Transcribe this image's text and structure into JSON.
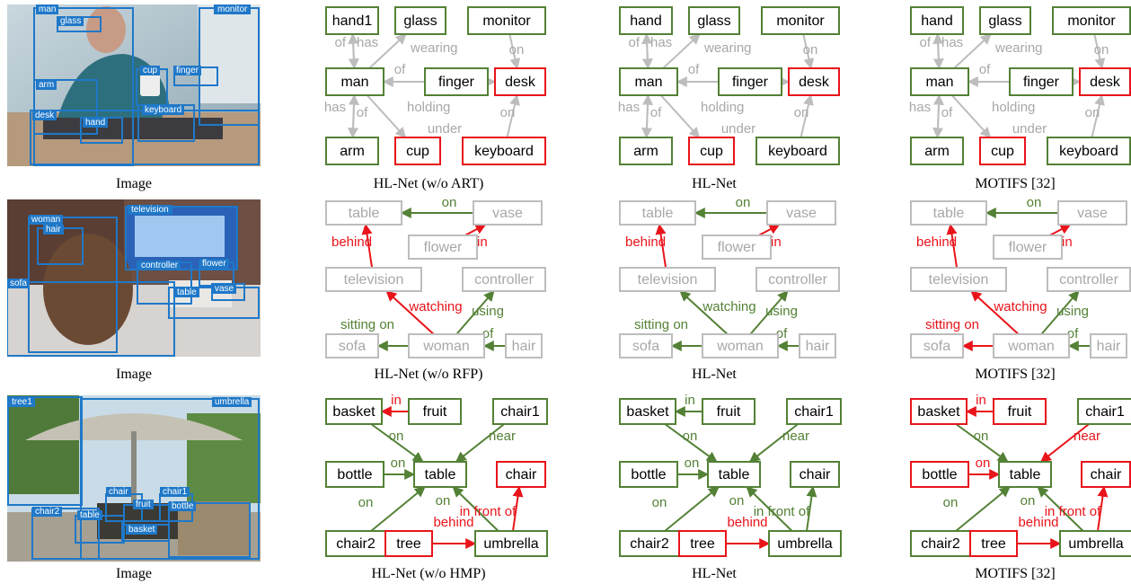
{
  "colors": {
    "green": "#538135",
    "red": "#e8141a",
    "gray": "#bdbdbd",
    "gray_text": "#a8a8a8",
    "box_blue": "#1f78c8",
    "label_bg": "#1f78c8"
  },
  "rows": [
    {
      "image_caption": "Image",
      "image_labels": [
        "man",
        "glass",
        "monitor",
        "cup",
        "finger",
        "arm",
        "desk",
        "hand",
        "keyboard"
      ],
      "panels": [
        {
          "caption": "HL-Net (w/o ART)",
          "nodes": [
            "hand1",
            "glass",
            "monitor",
            "man",
            "finger",
            "desk",
            "arm",
            "cup",
            "keyboard"
          ],
          "edges": [
            "of",
            "has",
            "wearing",
            "of",
            "holding",
            "has",
            "of",
            "under",
            "on",
            "on"
          ]
        },
        {
          "caption": "HL-Net",
          "nodes": [
            "hand",
            "glass",
            "monitor",
            "man",
            "finger",
            "desk",
            "arm",
            "cup",
            "keyboard"
          ],
          "edges": [
            "of",
            "has",
            "wearing",
            "of",
            "holding",
            "has",
            "of",
            "under",
            "on",
            "on"
          ]
        },
        {
          "caption": "MOTIFS [32]",
          "nodes": [
            "hand",
            "glass",
            "monitor",
            "man",
            "finger",
            "desk",
            "arm",
            "cup",
            "keyboard"
          ],
          "edges": [
            "of",
            "has",
            "wearing",
            "of",
            "holding",
            "has",
            "of",
            "under",
            "on",
            "on"
          ]
        }
      ]
    },
    {
      "image_caption": "Image",
      "image_labels": [
        "woman",
        "hair",
        "television",
        "controller",
        "flower",
        "sofa",
        "table",
        "vase"
      ],
      "panels": [
        {
          "caption": "HL-Net (w/o RFP)",
          "nodes": [
            "table",
            "vase",
            "flower",
            "television",
            "controller",
            "sofa",
            "woman",
            "hair"
          ],
          "edges": [
            "on",
            "behind",
            "in",
            "watching",
            "sitting on",
            "using",
            "of"
          ]
        },
        {
          "caption": "HL-Net",
          "nodes": [
            "table",
            "vase",
            "flower",
            "television",
            "controller",
            "sofa",
            "woman",
            "hair"
          ],
          "edges": [
            "on",
            "behind",
            "in",
            "watching",
            "sitting on",
            "using",
            "of"
          ]
        },
        {
          "caption": "MOTIFS [32]",
          "nodes": [
            "table",
            "vase",
            "flower",
            "television",
            "controller",
            "sofa",
            "woman",
            "hair"
          ],
          "edges": [
            "on",
            "behind",
            "in",
            "watching",
            "sitting on",
            "using",
            "of"
          ]
        }
      ]
    },
    {
      "image_caption": "Image",
      "image_labels": [
        "tree1",
        "umbrella",
        "chair",
        "chair1",
        "fruit",
        "chair2",
        "table",
        "bottle",
        "basket"
      ],
      "panels": [
        {
          "caption": "HL-Net (w/o HMP)",
          "nodes": [
            "basket",
            "fruit",
            "chair1",
            "bottle",
            "table",
            "chair",
            "chair2",
            "tree",
            "umbrella"
          ],
          "edges": [
            "in",
            "on",
            "near",
            "on",
            "on",
            "on",
            "in front of",
            "behind"
          ]
        },
        {
          "caption": "HL-Net",
          "nodes": [
            "basket",
            "fruit",
            "chair1",
            "bottle",
            "table",
            "chair",
            "chair2",
            "tree",
            "umbrella"
          ],
          "edges": [
            "in",
            "on",
            "near",
            "on",
            "on",
            "on",
            "in front of",
            "behind"
          ]
        },
        {
          "caption": "MOTIFS [32]",
          "nodes": [
            "basket",
            "fruit",
            "chair1",
            "bottle",
            "table",
            "chair",
            "chair2",
            "tree",
            "umbrella"
          ],
          "edges": [
            "in",
            "on",
            "near",
            "on",
            "on",
            "on",
            "in front of",
            "behind"
          ]
        }
      ]
    }
  ]
}
